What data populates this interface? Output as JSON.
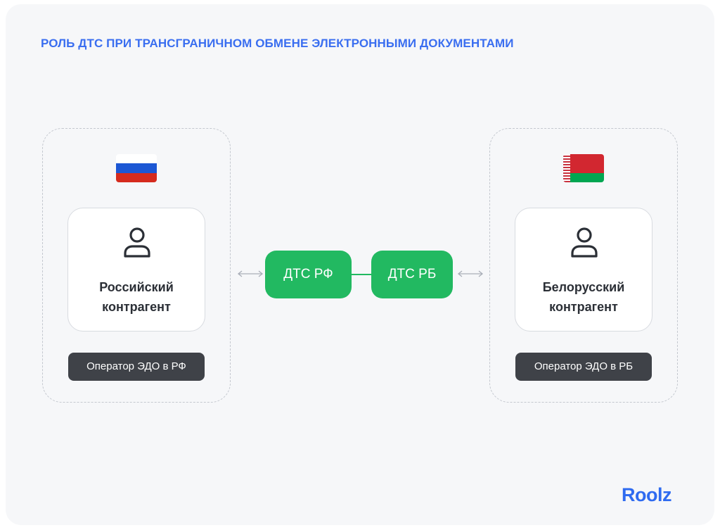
{
  "title": "РОЛЬ ДТС ПРИ ТРАНСГРАНИЧНОМ ОБМЕНЕ ЭЛЕКТРОННЫМИ ДОКУМЕНТАМИ",
  "left": {
    "flag": "russia-flag",
    "party_label": "Российский\nконтрагент",
    "operator": "Оператор ЭДО в РФ"
  },
  "right": {
    "flag": "belarus-flag",
    "party_label": "Белорусский\nконтрагент",
    "operator": "Оператор ЭДО в РБ"
  },
  "dts": {
    "rf": "ДТС РФ",
    "rb": "ДТС РБ"
  },
  "logo": "Roolz",
  "colors": {
    "title": "#3a6ef0",
    "dts": "#22b961",
    "operator_bg": "#3f4248",
    "logo": "#2f6bf0"
  }
}
